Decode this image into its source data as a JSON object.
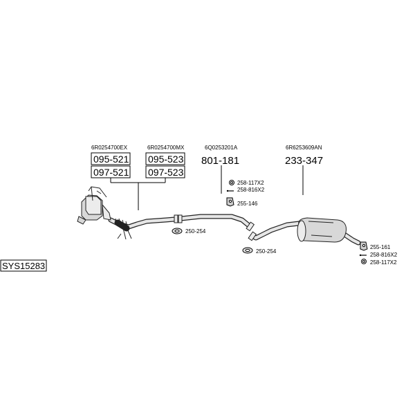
{
  "system_code": "SYS15283",
  "groups": {
    "catalyst_ex": {
      "oe": "6R0254700EX",
      "parts": [
        "095-521",
        "097-521"
      ]
    },
    "catalyst_mx": {
      "oe": "6R0254700MX",
      "parts": [
        "095-523",
        "097-523"
      ]
    },
    "middle_pipe": {
      "oe": "6Q0253201A",
      "part": "801-181"
    },
    "rear_silencer": {
      "oe": "6R6253609AN",
      "part": "233-347"
    }
  },
  "accessories": {
    "mid_clamp": "258-117X2",
    "mid_bolt": "258-816X2",
    "mid_hanger": "255-146",
    "front_gasket": "250-254",
    "mid_gasket": "250-254",
    "rear_hanger": "255-161",
    "rear_bolt": "258-816X2",
    "rear_clamp": "258-117X2"
  }
}
